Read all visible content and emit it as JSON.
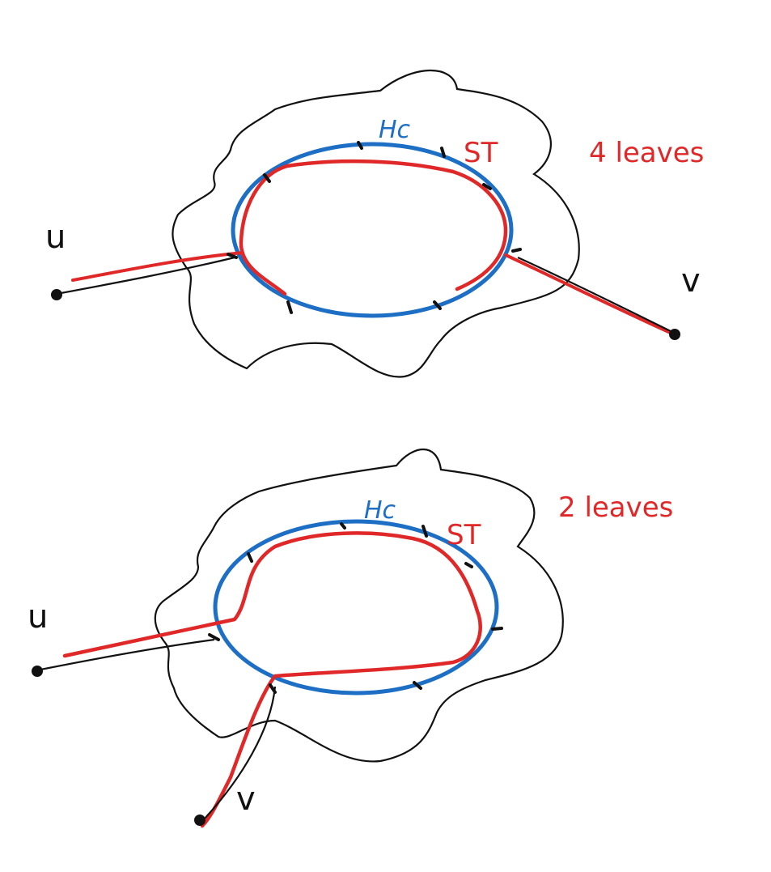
{
  "diagrams": [
    {
      "cycle_label": "Hc",
      "tree_label": "ST",
      "leaf_note": "4 leaves",
      "left_vertex_label": "u",
      "right_vertex_label": "v"
    },
    {
      "cycle_label": "Hc",
      "tree_label": "ST",
      "leaf_note": "2 leaves",
      "left_vertex_label": "u",
      "right_vertex_label": "v"
    }
  ],
  "colors": {
    "outline": "#111111",
    "cycle": "#1c6fc4",
    "tree": "#e02828"
  }
}
